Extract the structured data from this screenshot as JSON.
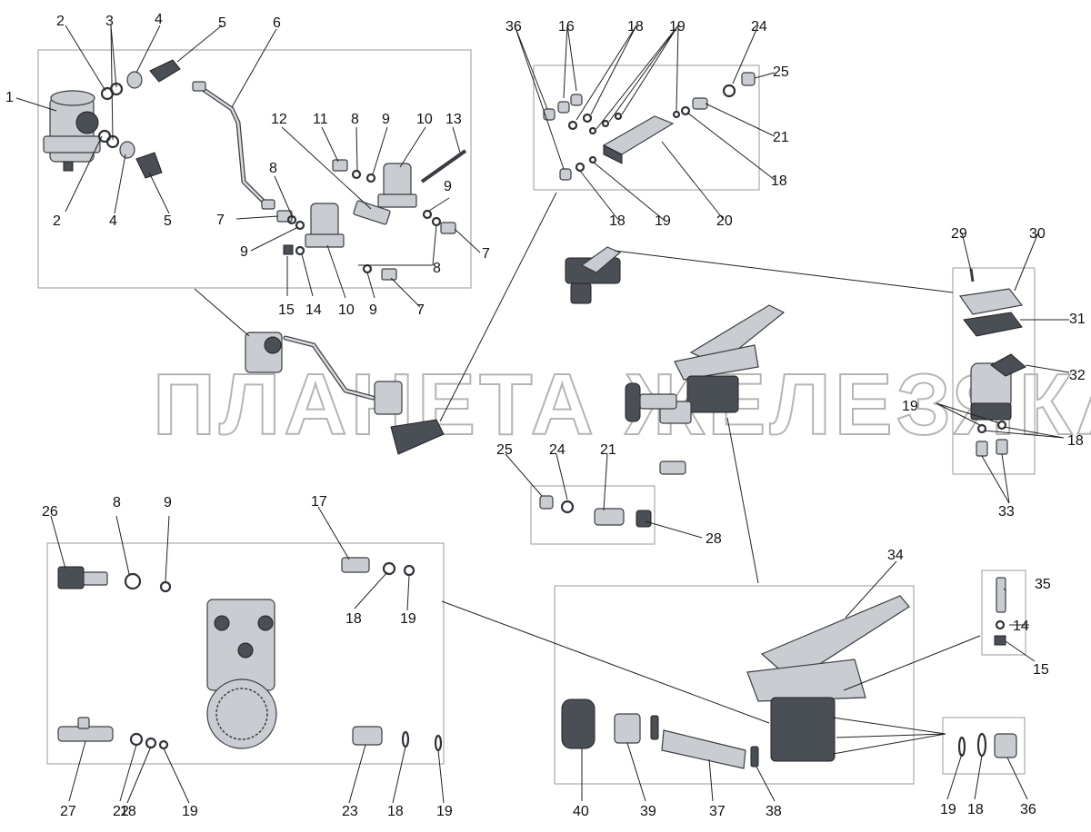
{
  "watermark": "ПЛАНЕТА ЖЕЛЕЗЯКА",
  "callouts": {
    "c1": "1",
    "c2a": "2",
    "c2b": "2",
    "c3": "3",
    "c4a": "4",
    "c4b": "4",
    "c5a": "5",
    "c5b": "5",
    "c6": "6",
    "c7a": "7",
    "c7b": "7",
    "c7c": "7",
    "c8a": "8",
    "c8b": "8",
    "c8c": "8",
    "c8d": "8",
    "c9a": "9",
    "c9b": "9",
    "c9c": "9",
    "c9d": "9",
    "c9e": "9",
    "c10a": "10",
    "c10b": "10",
    "c11": "11",
    "c12": "12",
    "c13": "13",
    "c14a": "14",
    "c14b": "14",
    "c15a": "15",
    "c15b": "15",
    "c16": "16",
    "c17": "17",
    "c18a": "18",
    "c18b": "18",
    "c18c": "18",
    "c18d": "18",
    "c18e": "18",
    "c18f": "18",
    "c18g": "18",
    "c18h": "18",
    "c19a": "19",
    "c19b": "19",
    "c19c": "19",
    "c19d": "19",
    "c19e": "19",
    "c19f": "19",
    "c19g": "19",
    "c20": "20",
    "c21a": "21",
    "c21b": "21",
    "c22": "22",
    "c23": "23",
    "c24a": "24",
    "c24b": "24",
    "c25a": "25",
    "c25b": "25",
    "c26": "26",
    "c27": "27",
    "c28": "28",
    "c29": "29",
    "c30": "30",
    "c31": "31",
    "c32": "32",
    "c33": "33",
    "c34": "34",
    "c35": "35",
    "c36a": "36",
    "c36b": "36",
    "c37": "37",
    "c38": "38",
    "c39": "39",
    "c40": "40"
  }
}
